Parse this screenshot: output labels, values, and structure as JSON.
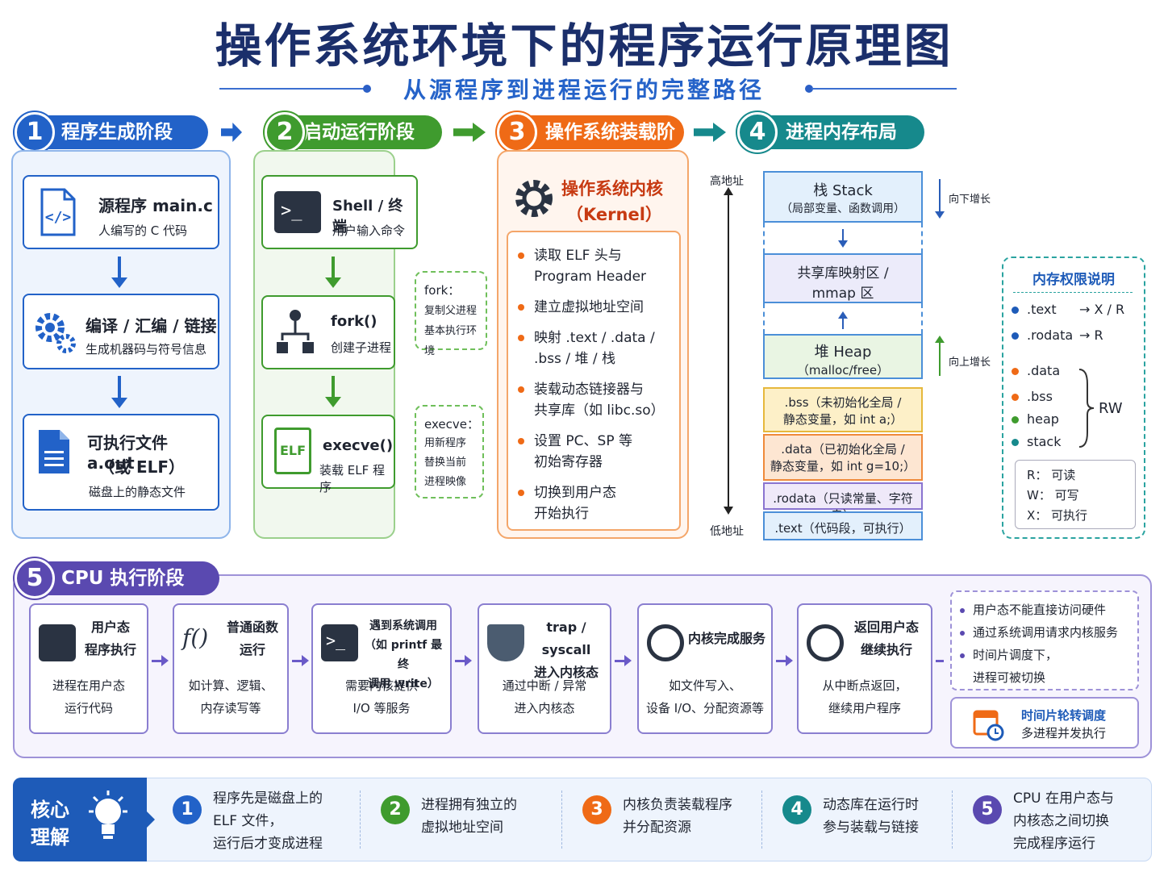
{
  "title": "操作系统环境下的程序运行原理图",
  "subtitle": "从源程序到进程运行的完整路径",
  "stages": [
    {
      "num": "1",
      "label": "程序生成阶段",
      "color": "#2262c8"
    },
    {
      "num": "2",
      "label": "启动运行阶段",
      "color": "#3f9b2e"
    },
    {
      "num": "3",
      "label": "操作系统装载阶段",
      "color": "#ef6a16"
    },
    {
      "num": "4",
      "label": "进程内存布局",
      "color": "#16898c"
    },
    {
      "num": "5",
      "label": "CPU 执行阶段",
      "color": "#5a49b0"
    }
  ],
  "stage1": [
    {
      "title": "源程序 main.c",
      "desc": "人编写的 C 代码",
      "icon": "code-file-icon"
    },
    {
      "title": "编译 / 汇编 / 链接",
      "desc": "生成机器码与符号信息",
      "icon": "gears-icon"
    },
    {
      "title1": "可执行文件 a.out",
      "title2": "（或 ELF）",
      "desc": "磁盘上的静态文件",
      "icon": "document-icon"
    }
  ],
  "stage2": [
    {
      "title": "Shell / 终端",
      "desc": "用户输入命令"
    },
    {
      "title": "fork()",
      "desc": "创建子进程"
    },
    {
      "title": "execve()",
      "desc": "装载 ELF 程序",
      "icon_text": "ELF"
    }
  ],
  "notes2": [
    {
      "title": "fork：",
      "lines": [
        "复制父进程",
        "基本执行环境"
      ]
    },
    {
      "title": "execve：",
      "lines": [
        "用新程序",
        "替换当前",
        "进程映像"
      ]
    }
  ],
  "kernel": {
    "title1": "操作系统内核",
    "title2": "（Kernel）",
    "items": [
      [
        "读取 ELF 头与",
        "Program Header"
      ],
      [
        "建立虚拟地址空间"
      ],
      [
        "映射 .text / .data /",
        ".bss / 堆 / 栈"
      ],
      [
        "装载动态链接器与",
        "共享库（如 libc.so）"
      ],
      [
        "设置 PC、SP 等",
        "初始寄存器"
      ],
      [
        "切换到用户态",
        "开始执行"
      ]
    ]
  },
  "memory": {
    "high": "高地址",
    "low": "低地址",
    "down": "向下增长",
    "up": "向上增长",
    "stack": [
      "栈 Stack",
      "（局部变量、函数调用）"
    ],
    "mmap": [
      "共享库映射区 /",
      "mmap 区"
    ],
    "heap": [
      "堆 Heap",
      "（malloc/free）"
    ],
    "bss": [
      ".bss（未初始化全局 /",
      "静态变量，如 int a;）"
    ],
    "data": [
      ".data（已初始化全局 /",
      "静态变量，如 int g=10;）"
    ],
    "rodata": ".rodata（只读常量、字符串）",
    "text": ".text（代码段，可执行）"
  },
  "perm": {
    "title": "内存权限说明",
    "rows": [
      {
        "name": ".text",
        "val": "→ X / R",
        "color": "#1e5bb8"
      },
      {
        "name": ".rodata",
        "val": "→ R",
        "color": "#1e5bb8"
      }
    ],
    "rw": [
      {
        "name": ".data",
        "color": "#ef6a16"
      },
      {
        "name": ".bss",
        "color": "#ef6a16"
      },
      {
        "name": "heap",
        "color": "#3f9b2e"
      },
      {
        "name": "stack",
        "color": "#16898c"
      }
    ],
    "rw_label": "RW",
    "legend": [
      "R：  可读",
      "W：  可写",
      "X：  可执行"
    ]
  },
  "cpu": [
    {
      "t": [
        "用户态",
        "程序执行"
      ],
      "d": [
        "进程在用户态",
        "运行代码"
      ]
    },
    {
      "t": [
        "普通函数",
        "运行"
      ],
      "d": [
        "如计算、逻辑、",
        "内存读写等"
      ]
    },
    {
      "t": [
        "遇到系统调用",
        "（如 printf 最终",
        "调用 write）"
      ],
      "d": [
        "需要内核提供",
        "I/O 等服务"
      ]
    },
    {
      "t": [
        "trap / syscall",
        "进入内核态"
      ],
      "d": [
        "通过中断 / 异常",
        "进入内核态"
      ]
    },
    {
      "t": [
        "内核完成服务"
      ],
      "d": [
        "如文件写入、",
        "设备 I/O、分配资源等"
      ]
    },
    {
      "t": [
        "返回用户态",
        "继续执行"
      ],
      "d": [
        "从中断点返回，",
        "继续用户程序"
      ]
    }
  ],
  "cpu_notes": [
    "用户态不能直接访问硬件",
    "通过系统调用请求内核服务",
    "时间片调度下，",
    "进程可被切换"
  ],
  "timeslice": [
    "时间片轮转调度",
    "多进程并发执行"
  ],
  "core": {
    "label1": "核心",
    "label2": "理解",
    "items": [
      {
        "num": "1",
        "color": "#2262c8",
        "lines": [
          "程序先是磁盘上的",
          "ELF 文件，",
          "运行后才变成进程"
        ]
      },
      {
        "num": "2",
        "color": "#3f9b2e",
        "lines": [
          "进程拥有独立的",
          "虚拟地址空间"
        ]
      },
      {
        "num": "3",
        "color": "#ef6a16",
        "lines": [
          "内核负责装载程序",
          "并分配资源"
        ]
      },
      {
        "num": "4",
        "color": "#16898c",
        "lines": [
          "动态库在运行时",
          "参与装载与链接"
        ]
      },
      {
        "num": "5",
        "color": "#5a49b0",
        "lines": [
          "CPU 在用户态与",
          "内核态之间切换",
          "完成程序运行"
        ]
      }
    ]
  }
}
